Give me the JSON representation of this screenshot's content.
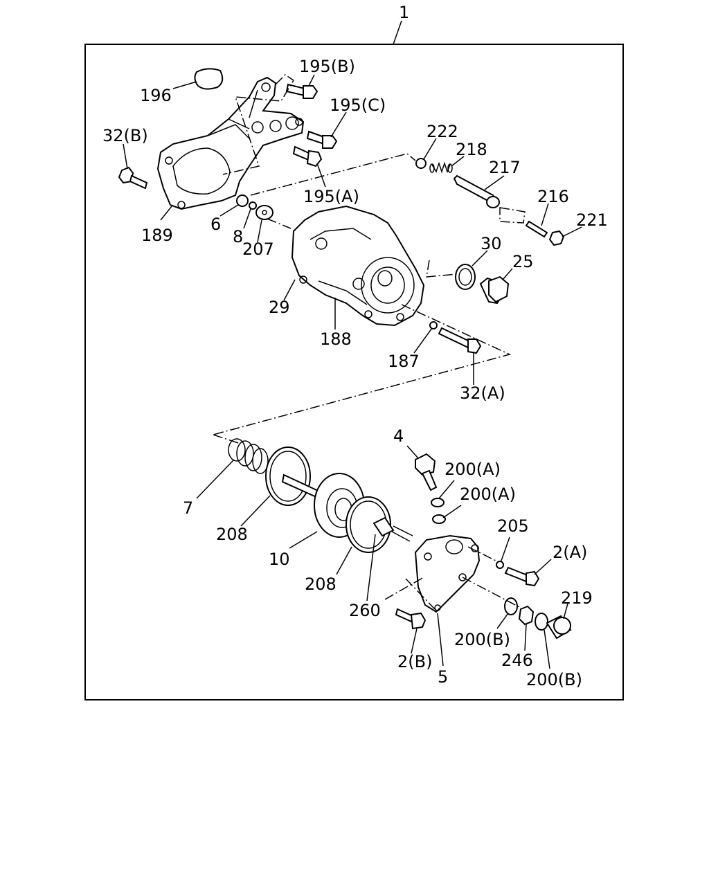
{
  "labels": {
    "l1": "1",
    "l196": "196",
    "l195b": "195(B)",
    "l195c": "195(C)",
    "l32b": "32(B)",
    "l222": "222",
    "l218": "218",
    "l217": "217",
    "l216": "216",
    "l221": "221",
    "l195a": "195(A)",
    "l189": "189",
    "l6": "6",
    "l8": "8",
    "l207": "207",
    "l30": "30",
    "l25": "25",
    "l29": "29",
    "l188": "188",
    "l187": "187",
    "l32a": "32(A)",
    "l4": "4",
    "l200a1": "200(A)",
    "l200a2": "200(A)",
    "l205": "205",
    "l2a": "2(A)",
    "l7": "7",
    "l208a": "208",
    "l10": "10",
    "l208b": "208",
    "l260": "260",
    "l219": "219",
    "l200b1": "200(B)",
    "l246": "246",
    "l200b2": "200(B)",
    "l2b": "2(B)",
    "l5": "5"
  }
}
